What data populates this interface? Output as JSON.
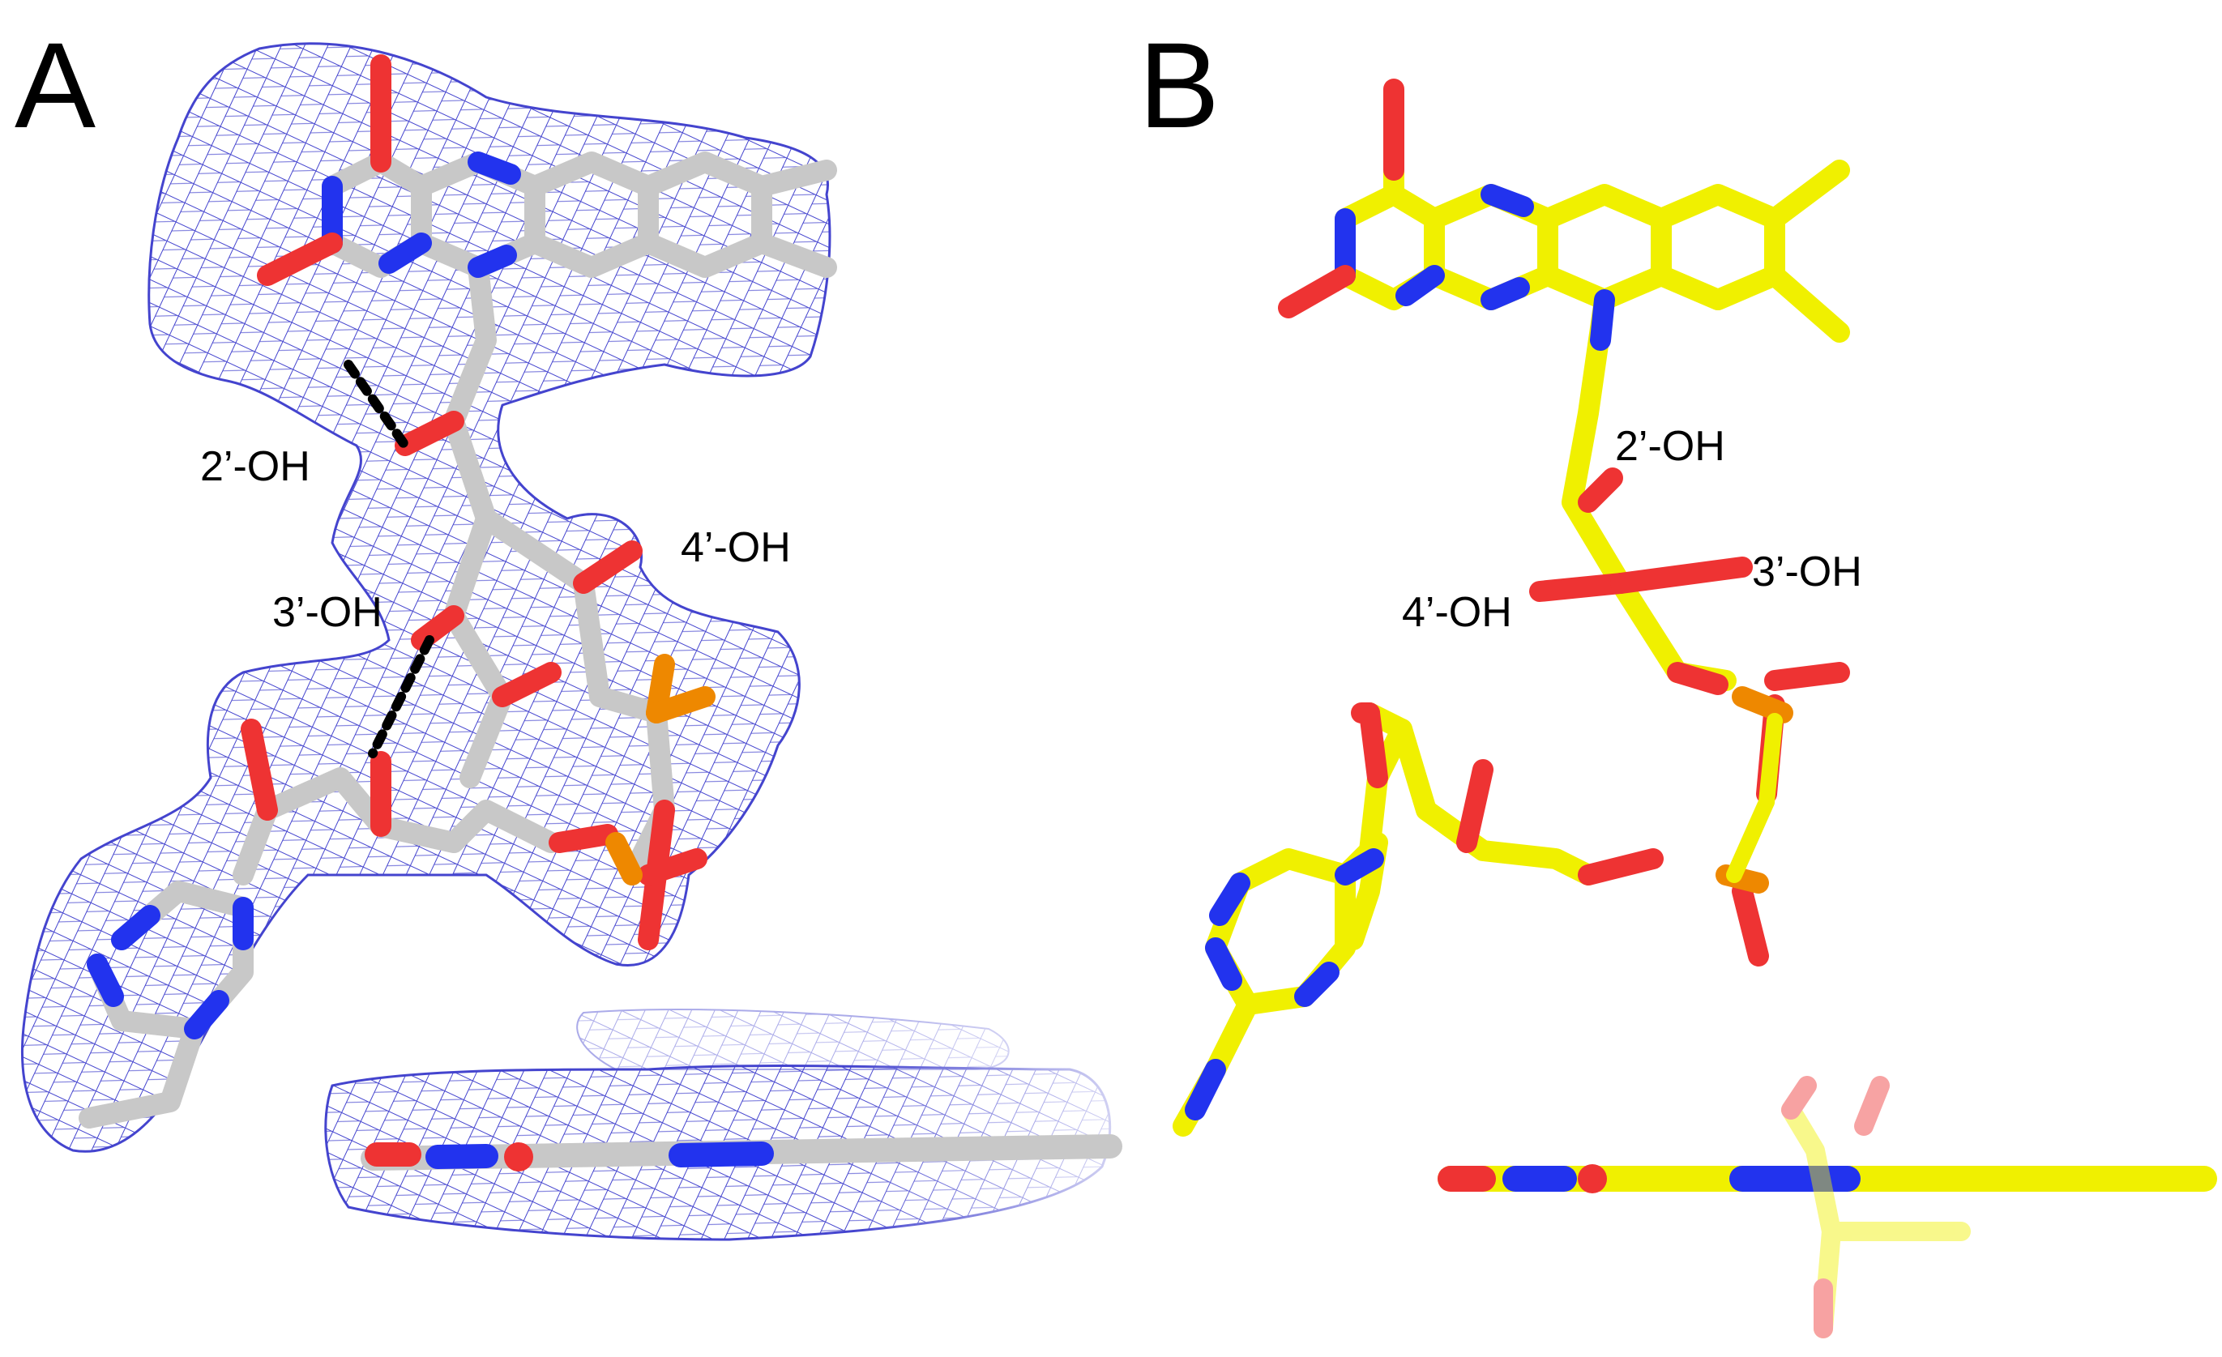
{
  "panels": [
    {
      "letter": "A",
      "labels": {
        "oh2": "2’-OH",
        "oh3": "3’-OH",
        "oh4": "4’-OH"
      },
      "colors": {
        "carbon": "#c8c8c8",
        "nitrogen": "#2233ee",
        "oxygen": "#ee3333",
        "phosphorus": "#ee8800",
        "mesh": "#3333cc",
        "hbond": "#000000"
      }
    },
    {
      "letter": "B",
      "labels": {
        "oh2": "2’-OH",
        "oh3": "3’-OH",
        "oh4": "4’-OH"
      },
      "colors": {
        "carbon": "#f0f000",
        "nitrogen": "#2233ee",
        "oxygen": "#ee3333",
        "phosphorus": "#ee8800"
      }
    }
  ]
}
